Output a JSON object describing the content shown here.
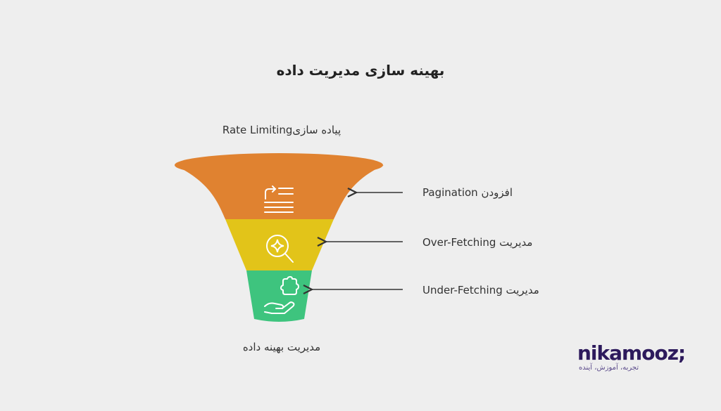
{
  "title": "بهینه سازی مدیریت داده",
  "top_label": "پیاده سازیRate Limiting",
  "bottom_label": "مدیریت بهینه داده",
  "stages": [
    {
      "label": "افزودن Pagination",
      "icon": "list-icon",
      "color": "#e08230"
    },
    {
      "label": "مدیریت Over-Fetching",
      "icon": "magnifier-sparkle-icon",
      "color": "#e2c419"
    },
    {
      "label": "مدیریت Under-Fetching",
      "icon": "hand-puzzle-icon",
      "color": "#3ec47e"
    }
  ],
  "logo": {
    "name": "nikamooz;",
    "tagline": "تجربه، آموزش، آینده"
  }
}
